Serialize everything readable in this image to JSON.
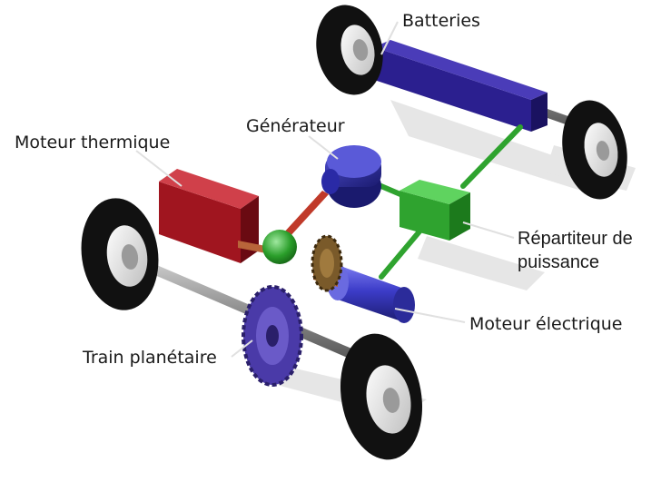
{
  "labels": {
    "batteries": "Batteries",
    "generateur": "Générateur",
    "moteur_thermique": "Moteur thermique",
    "repartiteur": "Répartiteur de puissance",
    "moteur_electrique": "Moteur électrique",
    "train_planetaire": "Train planétaire"
  },
  "colors": {
    "batteries": "#2b1f8f",
    "generateur": "#2a2aa6",
    "moteur_thermique": "#a0151f",
    "repartiteur": "#2fa32f",
    "moteur_electrique": "#3a3ac0",
    "train_planetaire": "#4a3aa8",
    "gear_bronze": "#7a5a2a",
    "tire": "#111111",
    "axle": "#8a8a8a"
  }
}
